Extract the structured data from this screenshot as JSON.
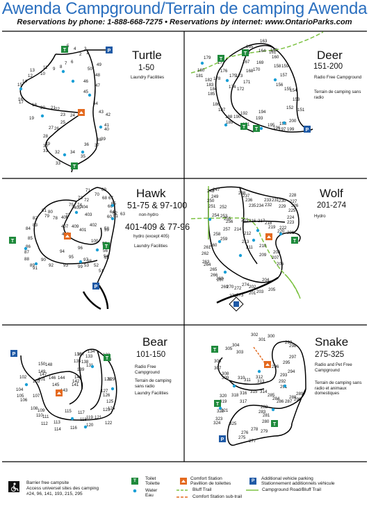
{
  "header": {
    "title": "Awenda Campground/Terrain de camping Awenda",
    "subtitle": "Reservations by phone: 1-888-668-7275 • Reservations by internet: www.OntarioParks.com"
  },
  "panels": [
    {
      "name": "Turtle",
      "range": "1-50",
      "notes": [
        "Laundry Facilities"
      ]
    },
    {
      "name": "Deer",
      "range": "151-200",
      "notes": [
        "Radio Free Campground",
        "Terrain de camping sans radio"
      ]
    },
    {
      "name": "Hawk",
      "range": "51-75 & 97-100",
      "range_note": "non-hydro",
      "range2": "401-409 & 77-96",
      "range2_note": "hydro (except 405)",
      "notes": [
        "Laundry Facilities"
      ]
    },
    {
      "name": "Wolf",
      "range": "201-274",
      "notes": [
        "Hydro"
      ]
    },
    {
      "name": "Bear",
      "range": "101-150",
      "notes": [
        "Radio Free Campground",
        "Terrain de camping sans radio",
        "Laundry Facilities"
      ]
    },
    {
      "name": "Snake",
      "range": "275-325",
      "notes": [
        "Radio and Pet Free Campground",
        "Terrain de camping sans radio et animaux domestiques"
      ]
    }
  ],
  "legend": {
    "barrier_free": {
      "label": "Barrier free campsite",
      "label_fr": "Access universel sites des camping",
      "sites": "#24, 96, 141, 193, 215, 295"
    },
    "toilet": {
      "label": "Toilet",
      "label_fr": "Toilette",
      "icon": "T"
    },
    "water": {
      "label": "Water",
      "label_fr": "Eau"
    },
    "comfort": {
      "label": "Comfort Station",
      "label_fr": "Pavillion de toilettes"
    },
    "parking": {
      "label": "Additional vehicle parking",
      "label_fr": "Stationnement additionnels véhicule",
      "icon": "P"
    },
    "bluff_trail": {
      "label": "Bluff Trail"
    },
    "comfort_trail": {
      "label": "Comfort Station sub-trail"
    },
    "road_trail": {
      "label": "Campground Road/Bluff Trail"
    }
  },
  "colors": {
    "title": "#2a6fbf",
    "toilet": "#1f8a3c",
    "water": "#1a9fd6",
    "comfort": "#e46a1f",
    "parking": "#1f5aa6",
    "bluff_trail": "#7cc242"
  },
  "site_labels": {
    "turtle": [
      "1",
      "2",
      "3",
      "4",
      "5",
      "6",
      "7",
      "8",
      "9",
      "10",
      "11",
      "12",
      "13",
      "14",
      "15",
      "16",
      "17",
      "18",
      "19",
      "20",
      "21",
      "22",
      "23",
      "24",
      "25",
      "26",
      "27",
      "28",
      "29",
      "30",
      "31",
      "32",
      "33",
      "34",
      "35",
      "36",
      "37",
      "38",
      "39",
      "40",
      "41",
      "42",
      "43",
      "44",
      "45",
      "46",
      "47",
      "48",
      "49",
      "50"
    ],
    "deer": [
      "151",
      "152",
      "153",
      "154",
      "155",
      "156",
      "157",
      "158",
      "159",
      "160",
      "161",
      "162",
      "163",
      "164",
      "165",
      "166",
      "167",
      "168",
      "169",
      "170",
      "171",
      "172",
      "173",
      "174",
      "175",
      "176",
      "177",
      "178",
      "179",
      "180",
      "181",
      "182",
      "183",
      "184",
      "185",
      "186",
      "187",
      "188",
      "189",
      "190",
      "191",
      "192",
      "193",
      "194",
      "195",
      "196",
      "197",
      "198",
      "199",
      "200"
    ],
    "hawk": [
      "51",
      "52",
      "53",
      "54",
      "55",
      "56",
      "57",
      "58",
      "59",
      "60",
      "61",
      "62",
      "63",
      "64",
      "65",
      "66",
      "67",
      "68",
      "69",
      "70",
      "71",
      "72",
      "73",
      "74",
      "75",
      "77",
      "78",
      "79",
      "80",
      "81",
      "82",
      "83",
      "84",
      "85",
      "86",
      "87",
      "88",
      "89",
      "90",
      "91",
      "92",
      "93",
      "94",
      "95",
      "96",
      "97",
      "98",
      "99",
      "100",
      "401",
      "402",
      "403",
      "404",
      "405",
      "406",
      "407",
      "408",
      "409"
    ],
    "wolf": [
      "201",
      "202",
      "203",
      "204",
      "205",
      "206",
      "207",
      "208",
      "209",
      "210",
      "211",
      "212",
      "213",
      "214",
      "215",
      "216",
      "217",
      "218",
      "219",
      "220",
      "221",
      "222",
      "223",
      "224",
      "225",
      "226",
      "227",
      "228",
      "229",
      "230",
      "231",
      "232",
      "233",
      "234",
      "235",
      "236",
      "237",
      "238",
      "247",
      "248",
      "249",
      "250",
      "251",
      "252",
      "253",
      "254",
      "255",
      "256",
      "257",
      "258",
      "259",
      "260",
      "261",
      "262",
      "263",
      "264",
      "265",
      "266",
      "267",
      "268",
      "269",
      "270",
      "271",
      "272",
      "273",
      "274"
    ],
    "bear": [
      "101",
      "102",
      "103",
      "104",
      "105",
      "106",
      "107",
      "108",
      "109",
      "110",
      "111",
      "112",
      "113",
      "114",
      "115",
      "116",
      "117",
      "118",
      "119",
      "120",
      "121",
      "122",
      "123",
      "124",
      "125",
      "126",
      "127",
      "128",
      "129",
      "130",
      "131",
      "132",
      "133",
      "134",
      "135",
      "136",
      "137",
      "138",
      "139",
      "140",
      "141",
      "142",
      "143",
      "144",
      "145",
      "146",
      "147",
      "148",
      "149",
      "150"
    ],
    "snake": [
      "275",
      "276",
      "277",
      "278",
      "279",
      "280",
      "281",
      "282",
      "283",
      "284",
      "285",
      "286",
      "287",
      "288",
      "289",
      "290",
      "291",
      "292",
      "293",
      "294",
      "295",
      "296",
      "297",
      "298",
      "299",
      "300",
      "301",
      "302",
      "303",
      "304",
      "305",
      "306",
      "307",
      "308",
      "309",
      "310",
      "311",
      "312",
      "313",
      "314",
      "315",
      "316",
      "317",
      "318",
      "319",
      "320",
      "321",
      "322",
      "323",
      "324",
      "325"
    ]
  }
}
